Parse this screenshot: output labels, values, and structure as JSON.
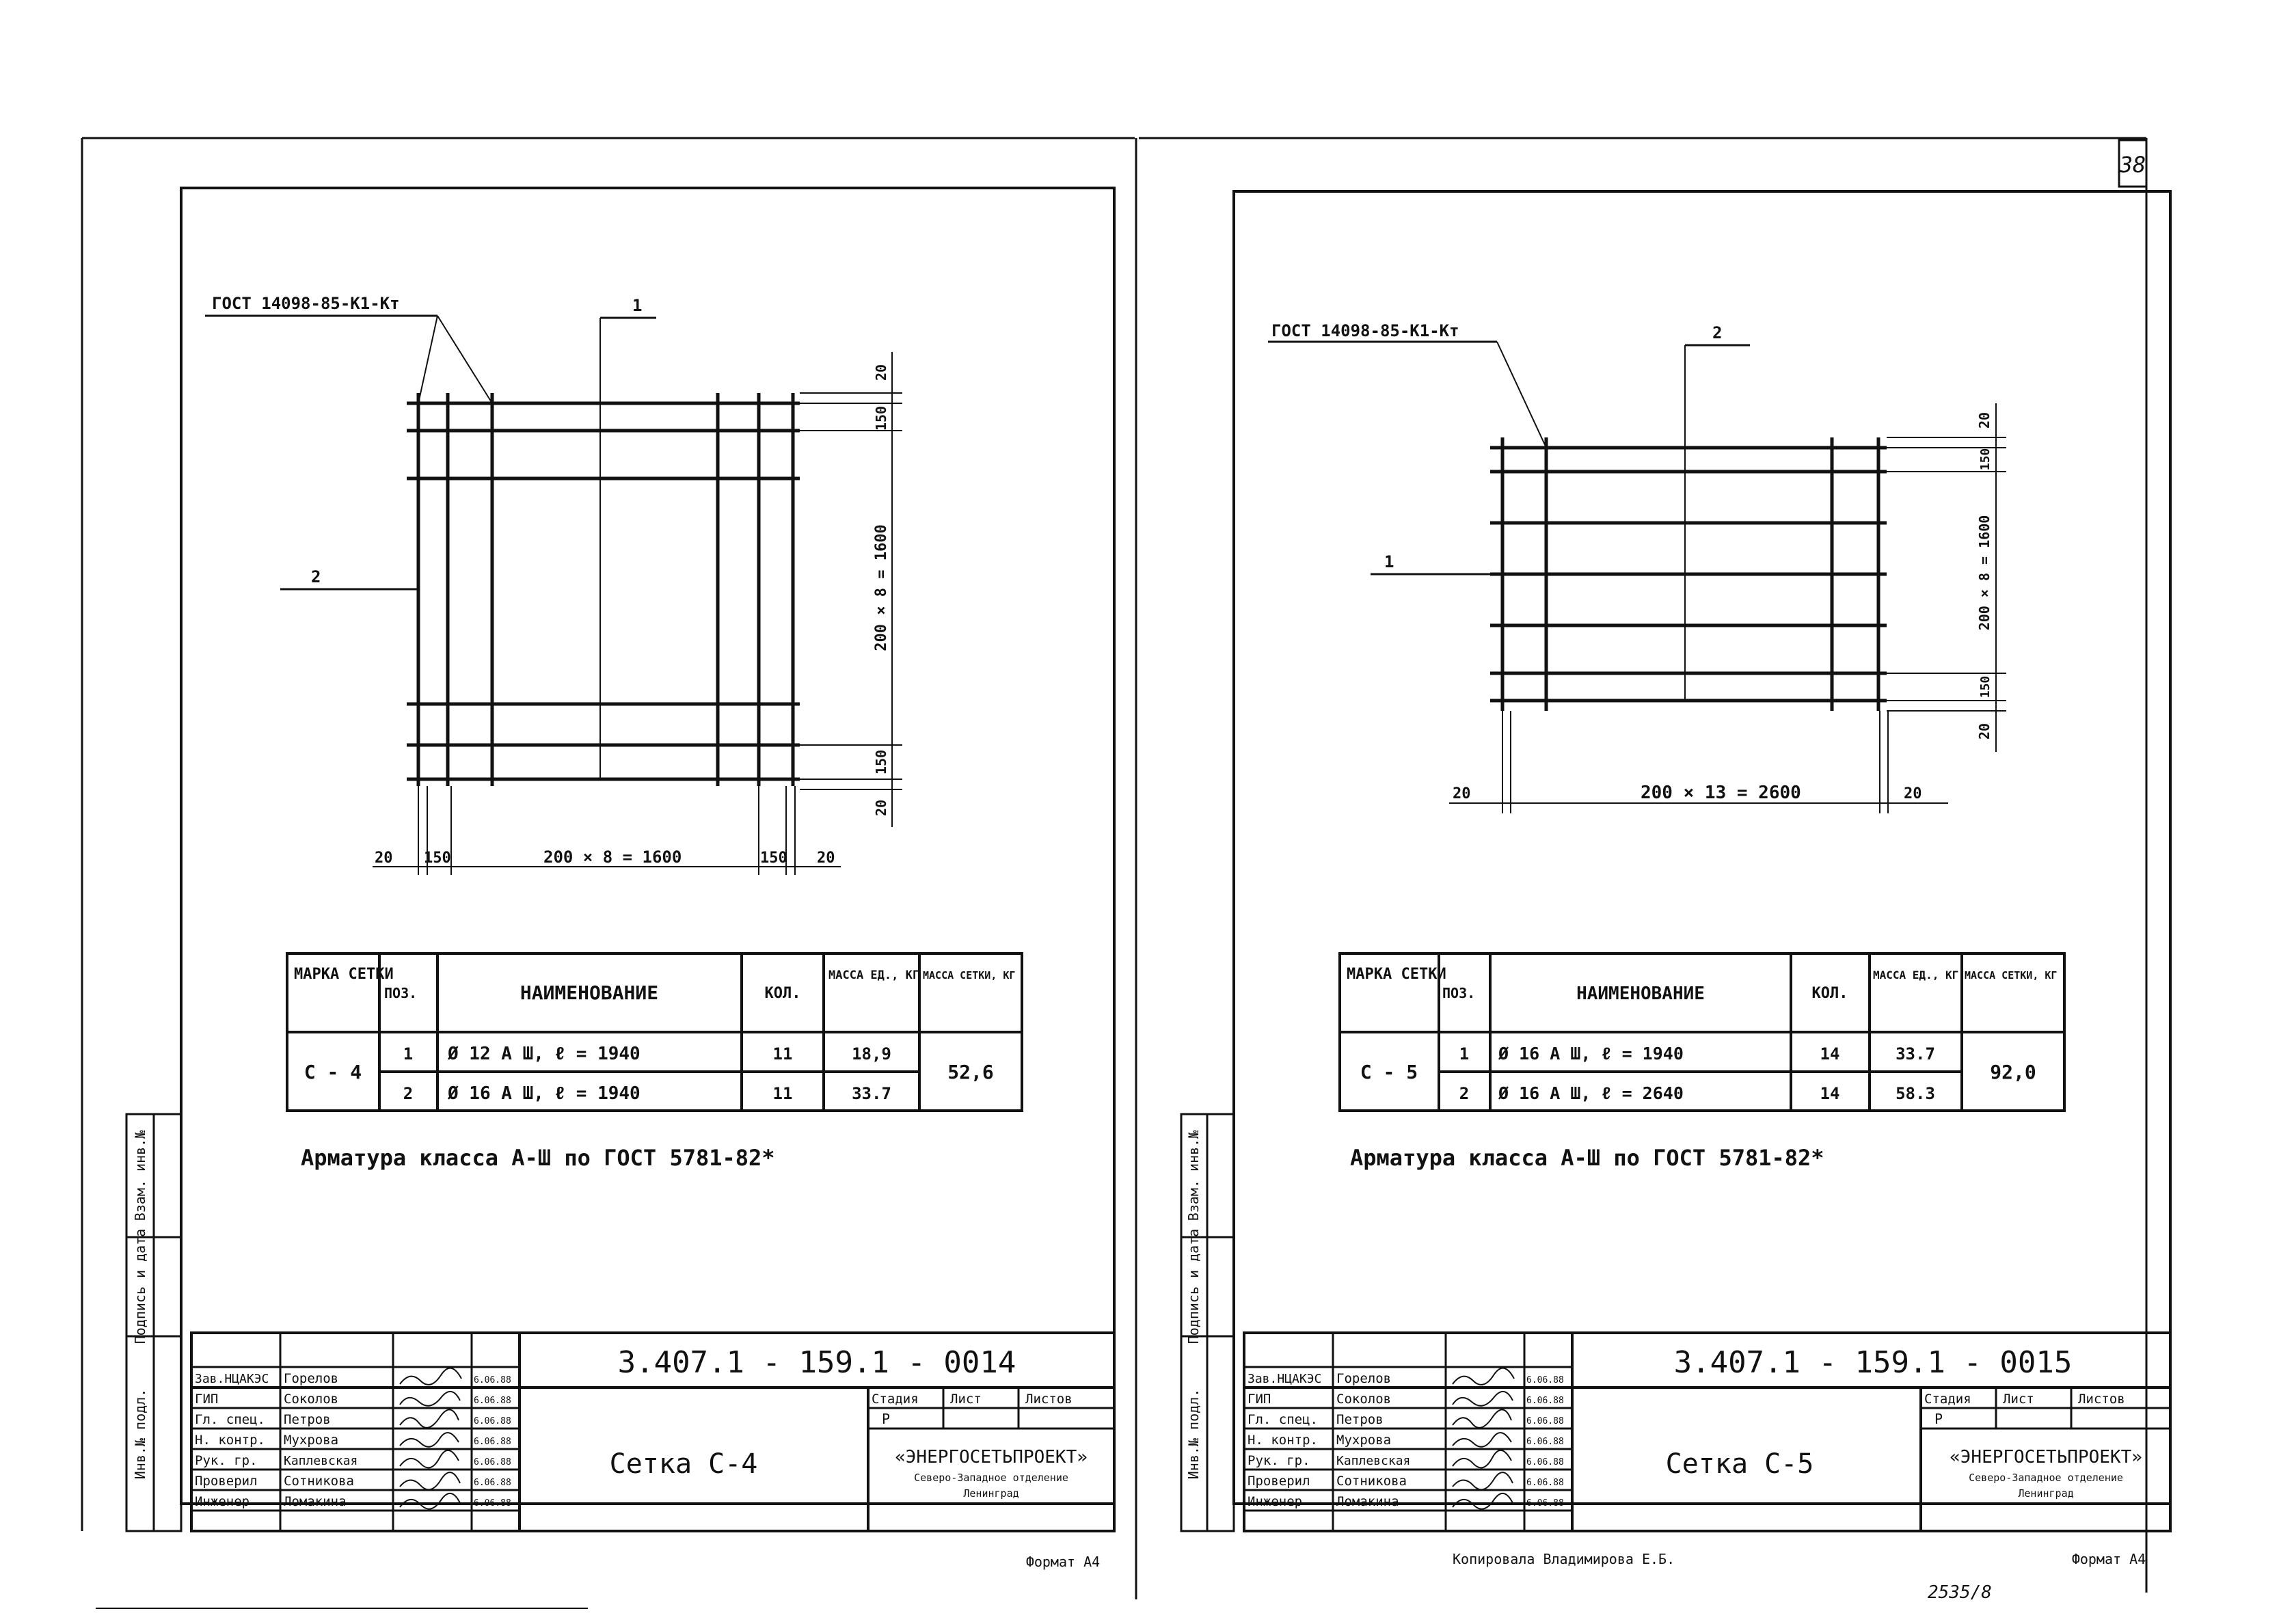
{
  "page_number": "38",
  "left": {
    "gost_label": "ГОСТ 14098-85-К1-Кт",
    "pos_marker_top": "1",
    "pos_marker_side": "2",
    "dims_bottom": [
      "20",
      "150",
      "200 × 8 = 1600",
      "150",
      "20"
    ],
    "dims_right": [
      "20",
      "150",
      "200 × 8 = 1600",
      "150",
      "20"
    ],
    "table": {
      "headers": [
        "МАРКА СЕТКИ",
        "ПОЗ.",
        "НАИМЕНОВАНИЕ",
        "КОЛ.",
        "МАССА ЕД., КГ",
        "МАССА СЕТКИ, КГ"
      ],
      "mark": "С - 4",
      "rows": [
        {
          "pos": "1",
          "name": "Ø 12 А Ш, ℓ = 1940",
          "qty": "11",
          "mass": "18,9"
        },
        {
          "pos": "2",
          "name": "Ø 16 А Ш, ℓ = 1940",
          "qty": "11",
          "mass": "33.7"
        }
      ],
      "total": "52,6"
    },
    "note": "Арматура класса А-Ш по ГОСТ 5781-82*",
    "stamp": {
      "doc_code": "3.407.1 - 159.1 - 0014",
      "title": "Сетка С-4",
      "staff": [
        {
          "role": "Зав.НЦАКЭС",
          "name": "Горелов",
          "date": "6.06.88"
        },
        {
          "role": "ГИП",
          "name": "Соколов",
          "date": "6.06.88"
        },
        {
          "role": "Гл. спец.",
          "name": "Петров",
          "date": "6.06.88"
        },
        {
          "role": "Н. контр.",
          "name": "Мухрова",
          "date": "6.06.88"
        },
        {
          "role": "Рук. гр.",
          "name": "Каплевская",
          "date": "6.06.88"
        },
        {
          "role": "Проверил",
          "name": "Сотникова",
          "date": "6.06.88"
        },
        {
          "role": "Инженер",
          "name": "Ломакина",
          "date": "6.06.88"
        }
      ],
      "stage_label": "Стадия",
      "sheet_label": "Лист",
      "sheets_label": "Листов",
      "stage_value": "Р",
      "org": "«ЭНЕРГОСЕТЬПРОЕКТ»",
      "org_sub1": "Северо-Западное отделение",
      "org_sub2": "Ленинград",
      "format": "Формат А4"
    },
    "side_labels": [
      "Взам. инв.№",
      "Подпись и дата",
      "Инв.№ подл."
    ]
  },
  "right": {
    "gost_label": "ГОСТ 14098-85-К1-Кт",
    "pos_marker_top": "2",
    "pos_marker_side": "1",
    "dims_bottom": [
      "20",
      "200 × 13 = 2600",
      "20"
    ],
    "dims_right": [
      "20",
      "150",
      "200 × 8 = 1600",
      "150",
      "20"
    ],
    "table": {
      "headers": [
        "МАРКА СЕТКИ",
        "ПОЗ.",
        "НАИМЕНОВАНИЕ",
        "КОЛ.",
        "МАССА ЕД., КГ",
        "МАССА СЕТКИ, КГ"
      ],
      "mark": "С - 5",
      "rows": [
        {
          "pos": "1",
          "name": "Ø 16 А Ш, ℓ = 1940",
          "qty": "14",
          "mass": "33.7"
        },
        {
          "pos": "2",
          "name": "Ø 16 А Ш, ℓ = 2640",
          "qty": "14",
          "mass": "58.3"
        }
      ],
      "total": "92,0"
    },
    "note": "Арматура класса А-Ш по ГОСТ 5781-82*",
    "stamp": {
      "doc_code": "3.407.1 - 159.1 - 0015",
      "title": "Сетка С-5",
      "staff": [
        {
          "role": "Зав.НЦАКЭС",
          "name": "Горелов",
          "date": "6.06.88"
        },
        {
          "role": "ГИП",
          "name": "Соколов",
          "date": "6.06.88"
        },
        {
          "role": "Гл. спец.",
          "name": "Петров",
          "date": "6.06.88"
        },
        {
          "role": "Н. контр.",
          "name": "Мухрова",
          "date": "6.06.88"
        },
        {
          "role": "Рук. гр.",
          "name": "Каплевская",
          "date": "6.06.88"
        },
        {
          "role": "Проверил",
          "name": "Сотникова",
          "date": "6.06.88"
        },
        {
          "role": "Инженер",
          "name": "Ломакина",
          "date": "6.06.88"
        }
      ],
      "stage_label": "Стадия",
      "sheet_label": "Лист",
      "sheets_label": "Листов",
      "stage_value": "Р",
      "org": "«ЭНЕРГОСЕТЬПРОЕКТ»",
      "org_sub1": "Северо-Западное отделение",
      "org_sub2": "Ленинград",
      "format": "Формат А4"
    },
    "side_labels": [
      "Взам. инв.№",
      "Подпись и дата",
      "Инв.№ подл."
    ],
    "copied_by": "Копировала   Владимирова Е.Б.",
    "stray_number": "2535/8"
  }
}
